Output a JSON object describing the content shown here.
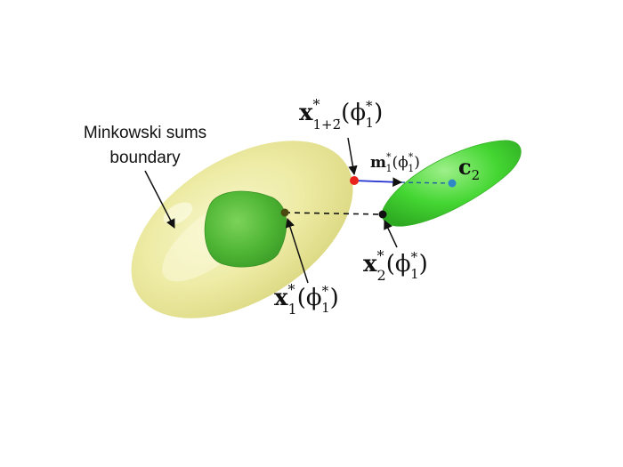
{
  "annotation": {
    "line1": "Minkowski sums",
    "line2": "boundary"
  },
  "labels": {
    "x_sum": {
      "base": "x",
      "sup": "*",
      "sub": "1+2̄",
      "arg": "(ϕ",
      "arg_sup": "*",
      "arg_sub": "1",
      "close": ")"
    },
    "m1": {
      "base": "m",
      "sup": "*",
      "sub": "1",
      "arg": "(ϕ",
      "arg_sup": "*",
      "arg_sub": "1",
      "close": ")"
    },
    "c2": {
      "base": "c",
      "sub": "2"
    },
    "x2": {
      "base": "x",
      "sup": "*",
      "sub": "2",
      "arg": "(ϕ",
      "arg_sup": "*",
      "arg_sub": "1",
      "close": ")"
    },
    "x1": {
      "base": "x",
      "sup": "*",
      "sub": "1",
      "arg": "(ϕ",
      "arg_sup": "*",
      "arg_sub": "1",
      "close": ")"
    }
  },
  "colors": {
    "minkowski_fill": "#ece9a2",
    "minkowski_edge": "#d6d27a",
    "inner_green": "#4fb833",
    "right_green": "#3fd12e",
    "point_red": "#e8231c",
    "point_black": "#111111",
    "point_blue": "#2f87c8",
    "vector_blue": "#1f2fd0"
  }
}
